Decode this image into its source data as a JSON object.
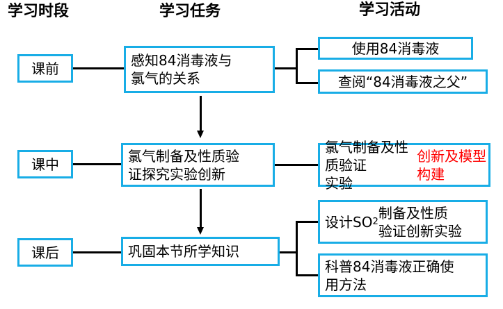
{
  "headers": {
    "period": "学习时段",
    "task": "学习任务",
    "activity": "学习活动"
  },
  "colors": {
    "box_border": "#18ADE6",
    "connector": "#000000",
    "text": "#000000",
    "highlight": "#FF0000",
    "background": "#FFFFFF"
  },
  "rows": [
    {
      "period": "课前",
      "task": "感知84消毒液与\n氯气的关系",
      "activities": [
        {
          "text": "使用84消毒液"
        },
        {
          "text": "查阅“84消毒液之父”"
        }
      ]
    },
    {
      "period": "课中",
      "task": "氯气制备及性质验\n证探究实验创新",
      "activities": [
        {
          "text_plain": "氯气制备及性质验证\n实验",
          "text_highlight": "创新及模型构建"
        }
      ]
    },
    {
      "period": "课后",
      "task": "巩固本节所学知识",
      "activities": [
        {
          "prefix": "设计SO",
          "subscript": "2",
          "suffix": "制备及性质\n验证创新实验"
        },
        {
          "text": "科普84消毒液正确使\n用方法"
        }
      ]
    }
  ]
}
